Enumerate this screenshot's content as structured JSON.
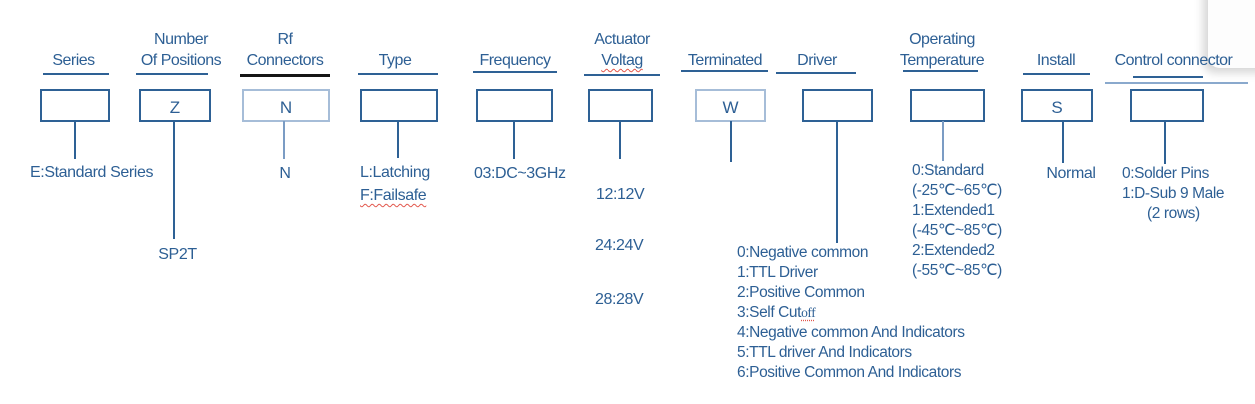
{
  "diagram_title": "ordering-code-diagram",
  "colors": {
    "text_blue": "#2d5f94",
    "line_blue": "#2e6195",
    "light_box_border": "#a6bdd8",
    "black_rule": "#161616",
    "squiggle_red": "#e2574c",
    "faint_rule": "#8aa9cd"
  },
  "columns": [
    {
      "id": "series",
      "header": [
        "Series"
      ],
      "box_label": "",
      "values": [
        "E:Standard Series"
      ]
    },
    {
      "id": "number-of-positions",
      "header": [
        "Number",
        "Of Positions"
      ],
      "box_label": "Z",
      "values": [
        "SP2T"
      ]
    },
    {
      "id": "rf-connectors",
      "header": [
        "Rf",
        "Connectors"
      ],
      "box_label": "N",
      "values": [
        "N"
      ]
    },
    {
      "id": "type",
      "header": [
        "Type"
      ],
      "box_label": "",
      "values": [
        "L:Latching",
        "F:Failsafe"
      ]
    },
    {
      "id": "frequency",
      "header": [
        "Frequency"
      ],
      "box_label": "",
      "values": [
        "03:DC~3GHz"
      ]
    },
    {
      "id": "actuator-voltage",
      "header": [
        "Actuator",
        "Voltag"
      ],
      "box_label": "",
      "values": [
        "12:12V",
        "24:24V",
        "28:28V"
      ]
    },
    {
      "id": "terminated",
      "header": [
        "Terminated"
      ],
      "box_label": "W",
      "values": []
    },
    {
      "id": "driver",
      "header": [
        "Driver"
      ],
      "box_label": "",
      "options": [
        "0:Negative common",
        "1:TTL Driver",
        "2:Positive Common",
        {
          "pre": "3:Self Cut",
          "suffix": "off"
        },
        "4:Negative common And Indicators",
        "5:TTL driver And Indicators",
        "6:Positive Common And Indicators"
      ]
    },
    {
      "id": "operating-temperature",
      "header": [
        "Operating",
        "Temperature"
      ],
      "box_label": "",
      "options": [
        "0:Standard",
        "(-25℃~65℃)",
        "1:Extended1",
        "(-45℃~85℃)",
        "2:Extended2",
        "(-55℃~85℃)"
      ]
    },
    {
      "id": "install",
      "header": [
        "Install"
      ],
      "box_label": "S",
      "values": [
        "Normal"
      ]
    },
    {
      "id": "control-connector",
      "header": [
        "Control connector"
      ],
      "box_label": "",
      "values": [
        "0:Solder Pins",
        "1:D-Sub 9 Male",
        "(2 rows)"
      ]
    }
  ]
}
